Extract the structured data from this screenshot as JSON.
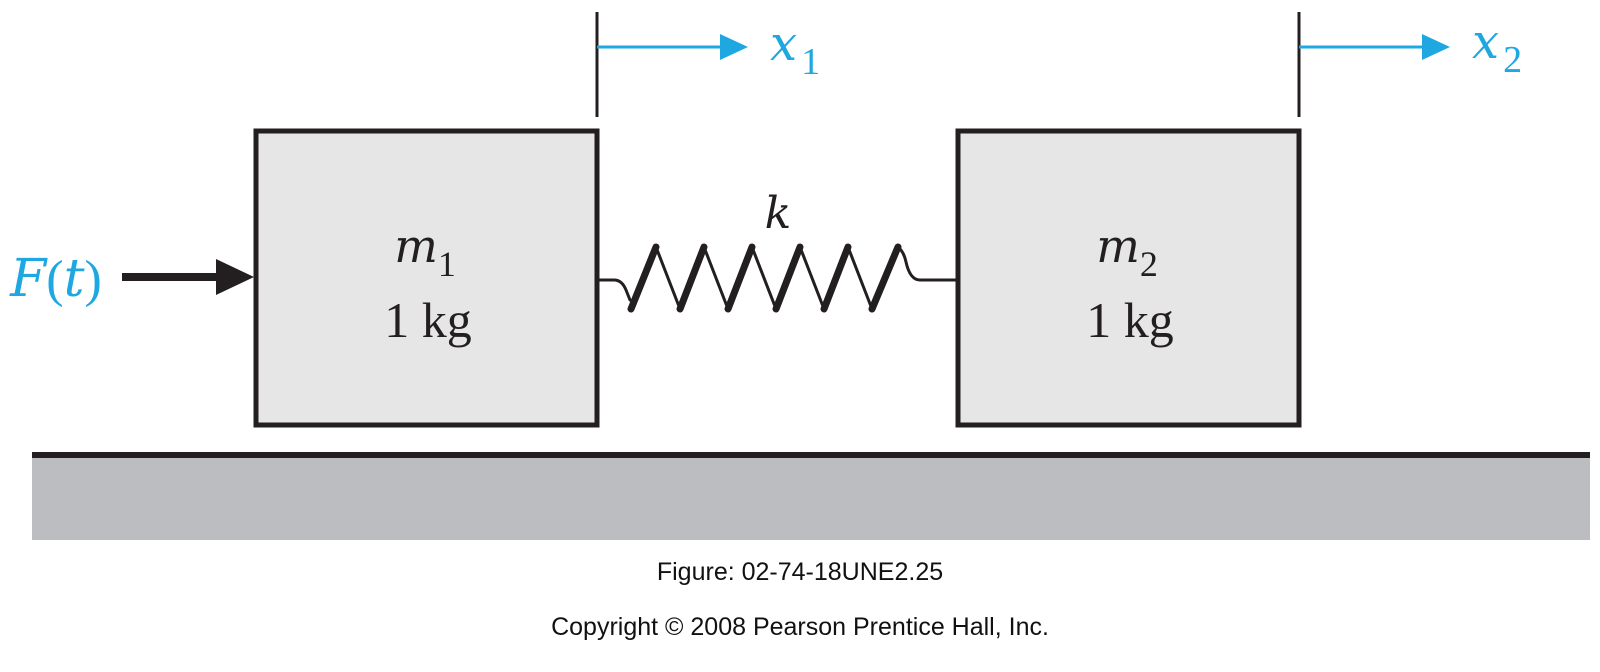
{
  "diagram": {
    "force_label": {
      "name": "F",
      "arg": "t"
    },
    "mass1": {
      "symbol": "m",
      "subscript": "1",
      "value": "1 kg"
    },
    "mass2": {
      "symbol": "m",
      "subscript": "2",
      "value": "1 kg"
    },
    "spring_label": "k",
    "disp1": {
      "symbol": "x",
      "subscript": "1"
    },
    "disp2": {
      "symbol": "x",
      "subscript": "2"
    }
  },
  "caption": {
    "figure": "Figure: 02-74-18UNE2.25",
    "copyright": "Copyright © 2008 Pearson Prentice Hall, Inc."
  },
  "colors": {
    "accent": "#1ea7e1",
    "block_fill": "#e6e6e6",
    "ground_fill": "#bcbdc0",
    "stroke": "#231f20"
  }
}
